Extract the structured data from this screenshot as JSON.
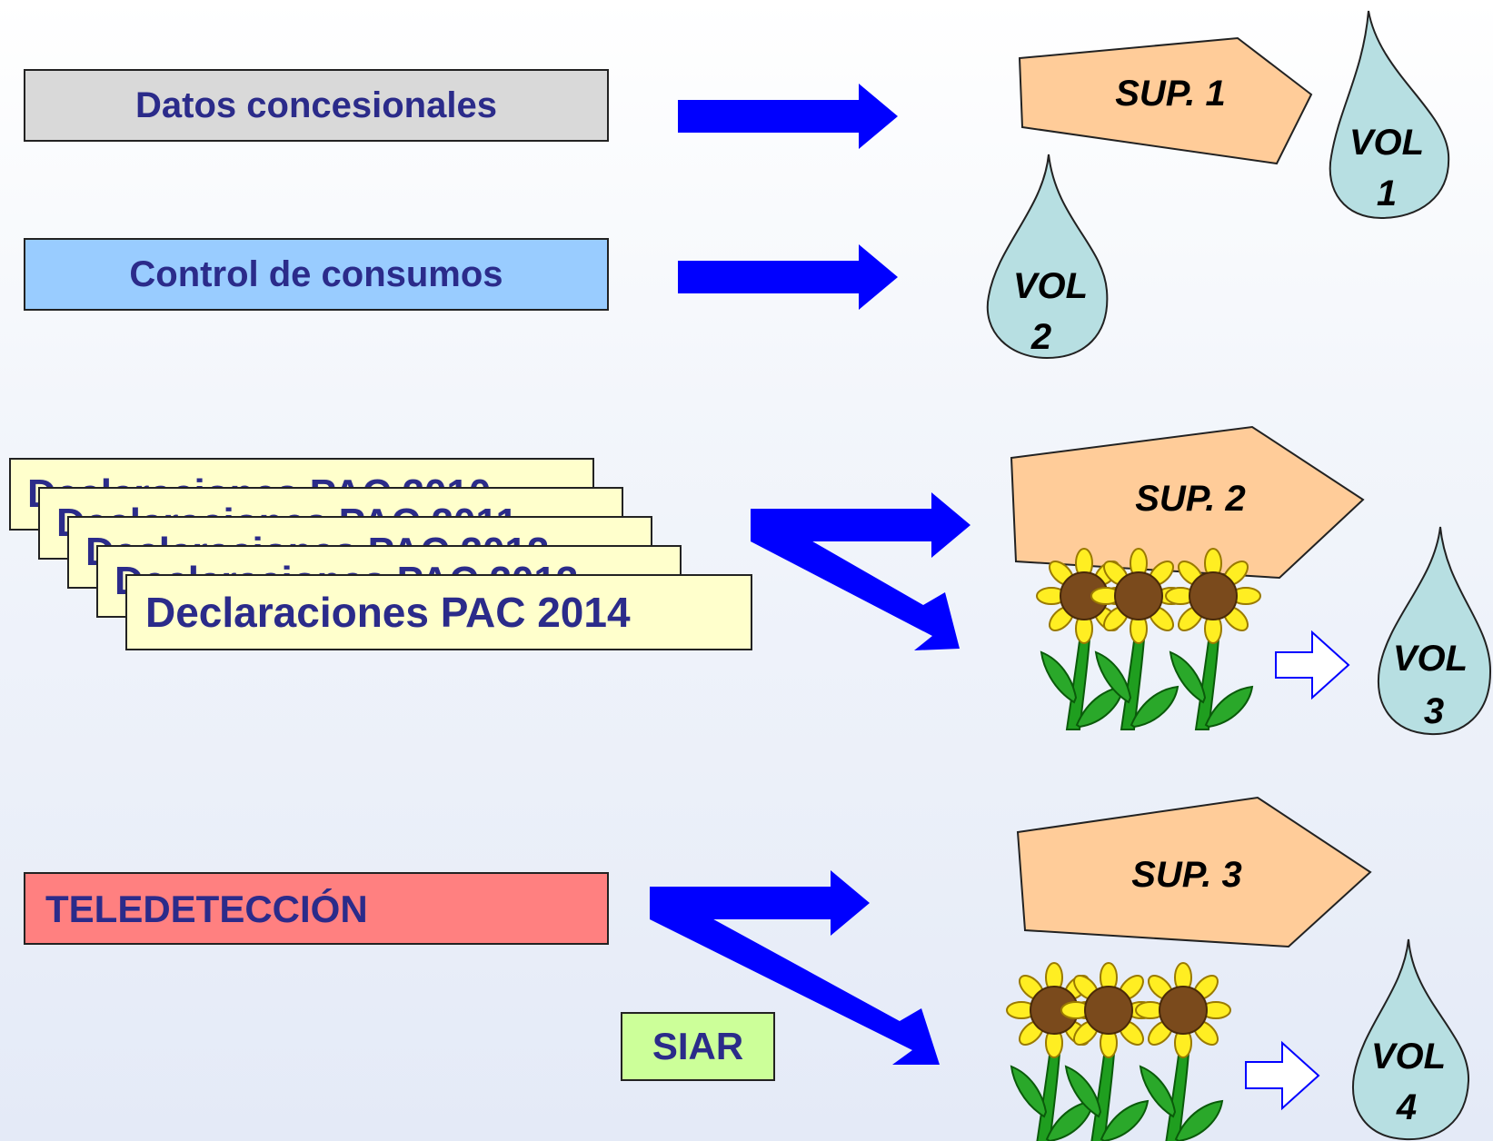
{
  "sources": {
    "datos": "Datos concesionales",
    "control": "Control de consumos",
    "pac_2010": "Declaraciones PAC 2010",
    "pac_2011": "Declaraciones PAC 2011",
    "pac_2012": "Declaraciones PAC 2012",
    "pac_2013": "Declaraciones PAC 2013",
    "pac_2014": "Declaraciones PAC 2014",
    "teledeteccion": "TELEDETECCIÓN",
    "siar": "SIAR"
  },
  "surfaces": {
    "sup1": "SUP. 1",
    "sup2": "SUP. 2",
    "sup3": "SUP. 3"
  },
  "volumes": {
    "vol1_a": "VOL",
    "vol1_b": "1",
    "vol2_a": "VOL",
    "vol2_b": "2",
    "vol3_a": "VOL",
    "vol3_b": "3",
    "vol4_a": "VOL",
    "vol4_b": "4"
  },
  "colors": {
    "datos_fill": "#d9d9d9",
    "control_fill": "#99ccff",
    "pac_fill": "#ffffcc",
    "teledeteccion_fill": "#ff8080",
    "siar_fill": "#ccff99",
    "surface_fill": "#ffcc99",
    "drop_fill": "#b7dfe2",
    "arrow_fill": "#0000ff",
    "label_text": "#2b2b8a"
  },
  "icons": {
    "plant": "sunflower-icon",
    "arrow": "block-arrow-icon",
    "drop": "water-drop-icon"
  }
}
